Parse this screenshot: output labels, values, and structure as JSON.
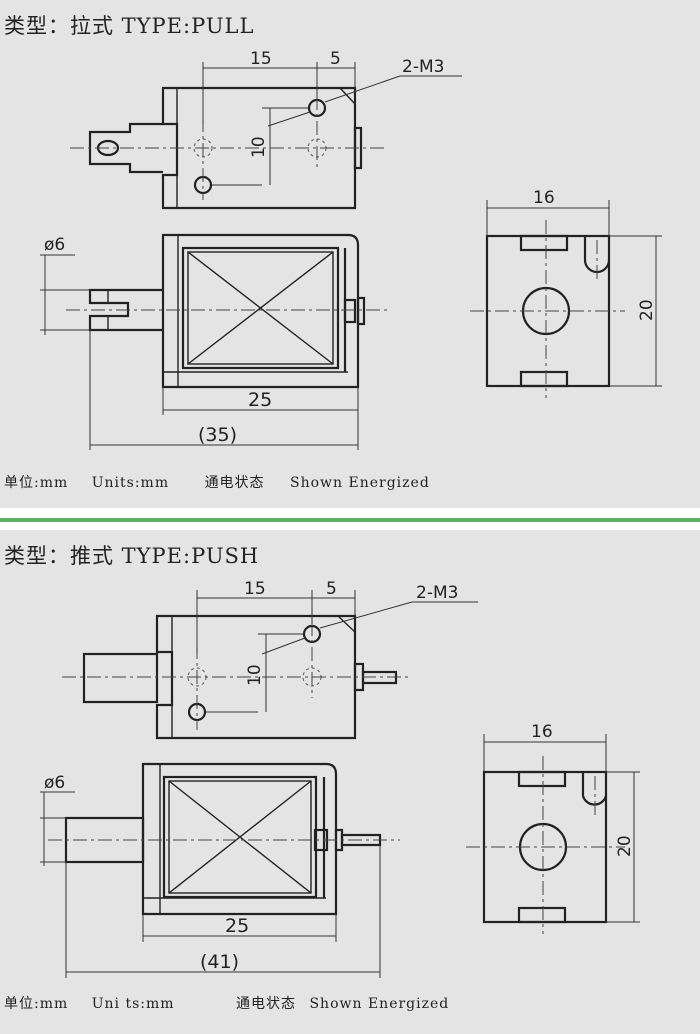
{
  "pull": {
    "title": "类型：拉式 TYPE:PULL",
    "dims": {
      "d15": "15",
      "d5": "5",
      "thread": "2-M3",
      "d10": "10",
      "dia6": "ø6",
      "d25": "25",
      "d35": "(35)",
      "d16": "16",
      "d20": "20"
    },
    "footer": {
      "unit_cn": "单位:mm",
      "unit_en": "Units:mm",
      "state_cn": "通电状态",
      "state_en": "Shown Energized"
    }
  },
  "push": {
    "title": "类型：推式 TYPE:PUSH",
    "dims": {
      "d15": "15",
      "d5": "5",
      "thread": "2-M3",
      "d10": "10",
      "dia6": "ø6",
      "d25": "25",
      "d41": "(41)",
      "d16": "16",
      "d20": "20"
    },
    "footer": {
      "unit_cn": "单位:mm",
      "unit_en": "Uni ts:mm",
      "state_cn": "通电状态",
      "state_en": "Shown Energized"
    }
  }
}
